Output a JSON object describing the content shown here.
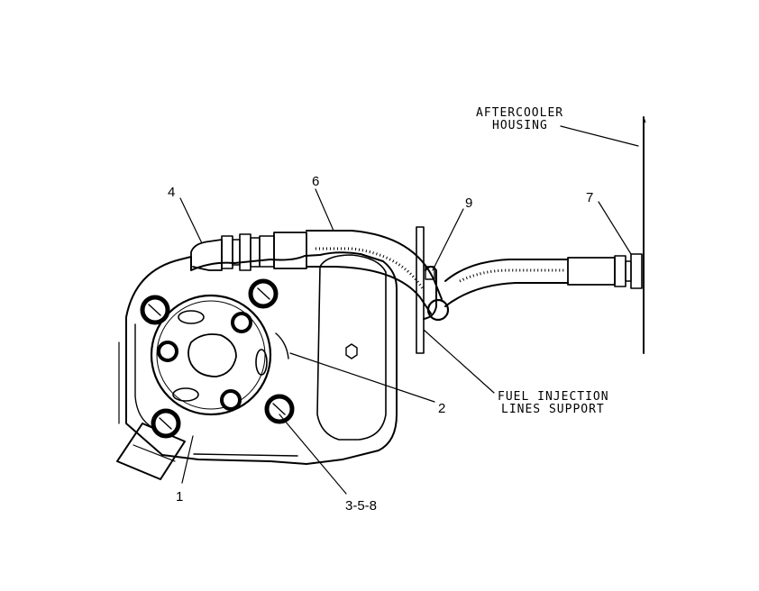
{
  "callouts": {
    "c1": "1",
    "c2": "2",
    "c358": "3-5-8",
    "c4": "4",
    "c6": "6",
    "c7": "7",
    "c9": "9"
  },
  "labels": {
    "aftercooler_line1": "AFTERCOOLER",
    "aftercooler_line2": "HOUSING",
    "fuel_line1": "FUEL INJECTION",
    "fuel_line2": "LINES SUPPORT"
  }
}
